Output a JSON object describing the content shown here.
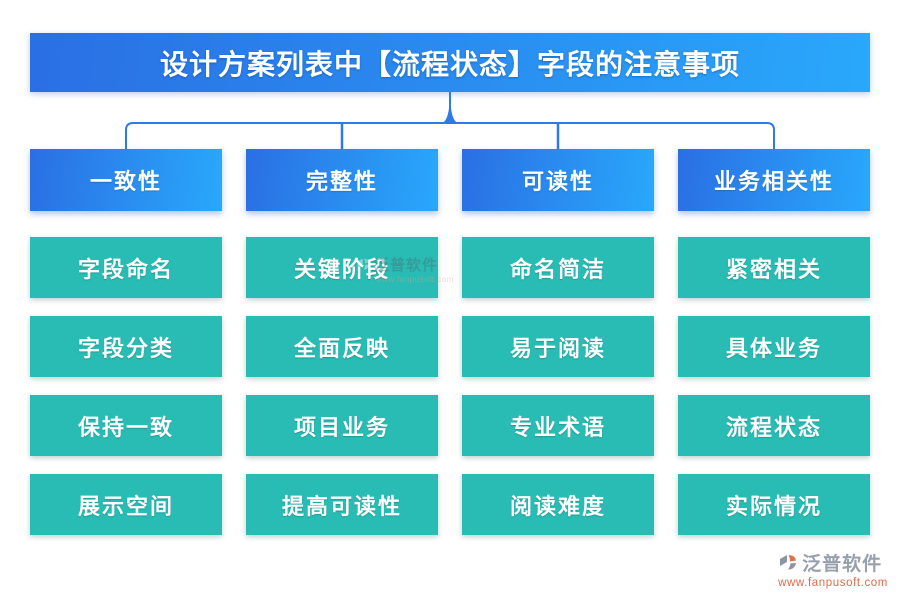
{
  "title": "设计方案列表中【流程状态】字段的注意事项",
  "colors": {
    "banner_start": "#2a6fe4",
    "banner_end": "#29a8fb",
    "connector_blue": "#2e7ae8",
    "node_teal": "#29bcb4",
    "brand_gray": "#98a0ac",
    "brand_orange": "#e0694a"
  },
  "columns": [
    {
      "header": "一致性",
      "items": [
        "字段命名",
        "字段分类",
        "保持一致",
        "展示空间"
      ]
    },
    {
      "header": "完整性",
      "items": [
        "关键阶段",
        "全面反映",
        "项目业务",
        "提高可读性"
      ]
    },
    {
      "header": "可读性",
      "items": [
        "命名简洁",
        "易于阅读",
        "专业术语",
        "阅读难度"
      ]
    },
    {
      "header": "业务相关性",
      "items": [
        "紧密相关",
        "具体业务",
        "流程状态",
        "实际情况"
      ]
    }
  ],
  "watermark": {
    "brand": "泛普软件",
    "url": "www.fanpusoft.com"
  },
  "footer": {
    "brand": "泛普软件",
    "url": "www.fanpusoft.com"
  }
}
